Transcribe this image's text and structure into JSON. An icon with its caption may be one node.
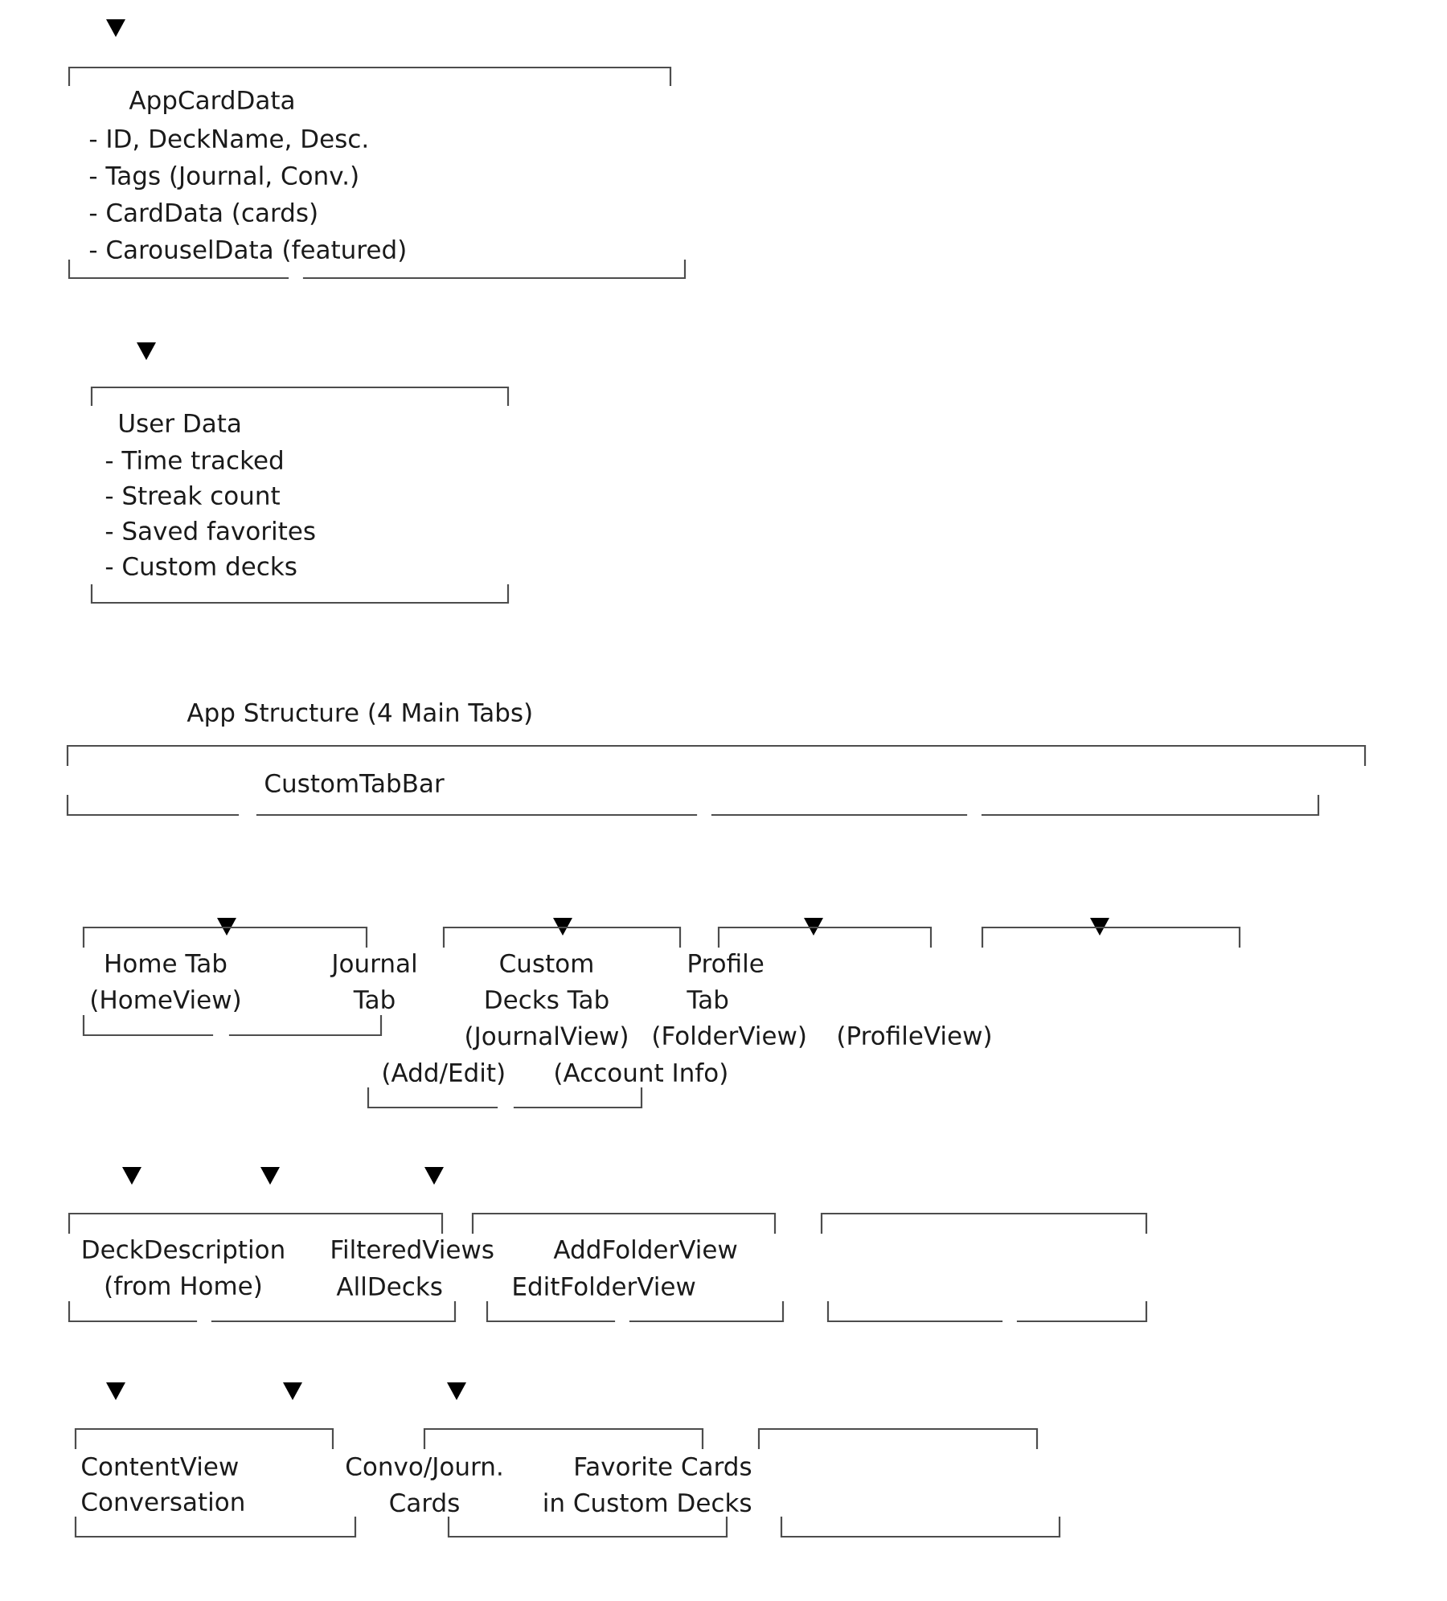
{
  "diagram": {
    "nodes": [
      {
        "text": [
          "AppCardData",
          "- ID, DeckName, Desc.",
          "- Tags (Journal, Conv.)",
          "- CardData (cards)",
          "- CarouselData (featured)"
        ]
      },
      {
        "text": [
          "User Data",
          "- Time tracked",
          "- Streak count",
          "- Saved favorites",
          "- Custom decks"
        ]
      },
      {
        "text": [
          "App Structure (4 Main Tabs)",
          "CustomTabBar"
        ]
      },
      {
        "text": [
          "Home Tab (HomeView)",
          "Journal Tab"
        ]
      },
      {
        "text": [
          "Custom Decks Tab (JournalView)",
          "(Add/Edit)",
          "(Account Info)"
        ]
      },
      {
        "text": [
          "Profile Tab",
          "(FolderView)"
        ]
      },
      {
        "text": [],
        "shape": "box"
      },
      {
        "text": [
          "DeckDescription (from Home)",
          "FilteredViews",
          "AllDecks"
        ]
      },
      {
        "text": [
          "AddFolderView",
          "EditFolderView"
        ]
      },
      {
        "text": [],
        "shape": "box"
      },
      {
        "text": [
          "ContentView",
          "Conversation"
        ]
      },
      {
        "text": [
          "Favorite Cards in Custom Decks"
        ]
      },
      {
        "text": [],
        "shape": "box"
      }
    ],
    "labels": [
      "(ProfileView)",
      "Convo/Journ. Cards"
    ]
  }
}
